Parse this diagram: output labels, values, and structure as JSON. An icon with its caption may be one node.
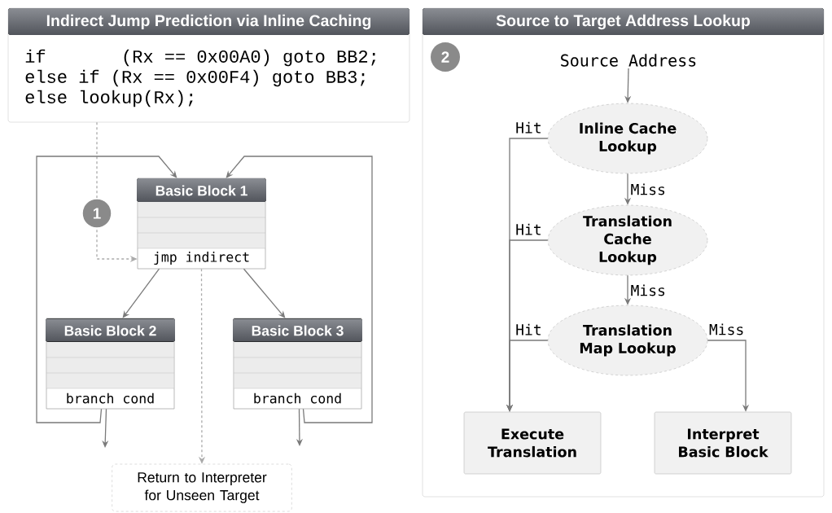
{
  "diagram": {
    "nodes": [
      {
        "text": [
          "Indirect Jump Prediction via Inline Caching",
          "if       (Rx == 0x00A0) goto BB2;",
          "else if (Rx == 0x00F4) goto BB3;",
          "else lookup(Rx);"
        ]
      },
      {
        "text": [
          "Basic Block 1",
          "jmp indirect"
        ]
      },
      {
        "text": [
          "Basic Block 2",
          "branch cond"
        ]
      },
      {
        "text": [
          "Basic Block 3",
          "branch cond"
        ]
      },
      {
        "text": [
          "Return to Interpreter for Unseen Target"
        ]
      },
      {
        "text": [
          "Source to Target Address Lookup"
        ]
      },
      {
        "text": [
          "Source Address"
        ],
        "in": 5
      },
      {
        "text": [
          "Inline Cache Lookup"
        ],
        "in": 5
      },
      {
        "text": [
          "Translation Cache Lookup"
        ],
        "in": 5
      },
      {
        "text": [
          "Translation Map Lookup"
        ],
        "in": 5
      },
      {
        "text": [
          "Execute Translation"
        ],
        "in": 5
      },
      {
        "text": [
          "Interpret Basic Block"
        ],
        "in": 5
      }
    ],
    "edges": [
      {
        "from": 0,
        "to": 1,
        "arrow": "to",
        "label": "1",
        "style": "dashed",
        "color": "#aaaaaa"
      },
      {
        "from": 1,
        "to": 2,
        "arrow": "to"
      },
      {
        "from": 1,
        "to": 3,
        "arrow": "to"
      },
      {
        "from": 1,
        "to": 4,
        "arrow": "to",
        "style": "dashed",
        "color": "#aaaaaa"
      },
      {
        "from": 2,
        "to": 1,
        "arrow": "to"
      },
      {
        "from": 3,
        "to": 1,
        "arrow": "to"
      },
      {
        "from": 2,
        "to": null,
        "arrow": "to"
      },
      {
        "from": 3,
        "to": null,
        "arrow": "to"
      },
      {
        "from": 6,
        "to": 7,
        "arrow": "to"
      },
      {
        "from": 7,
        "to": 8,
        "arrow": "to",
        "label": "Miss"
      },
      {
        "from": 8,
        "to": 9,
        "arrow": "to",
        "label": "Miss"
      },
      {
        "from": 9,
        "to": 11,
        "arrow": "to",
        "label": "Miss"
      },
      {
        "from": 7,
        "to": 10,
        "arrow": "to",
        "label": "Hit"
      },
      {
        "from": 8,
        "to": 10,
        "arrow": "to",
        "label": "Hit"
      },
      {
        "from": 9,
        "to": 10,
        "arrow": "to",
        "label": "Hit"
      }
    ],
    "labels": [
      "2"
    ]
  }
}
